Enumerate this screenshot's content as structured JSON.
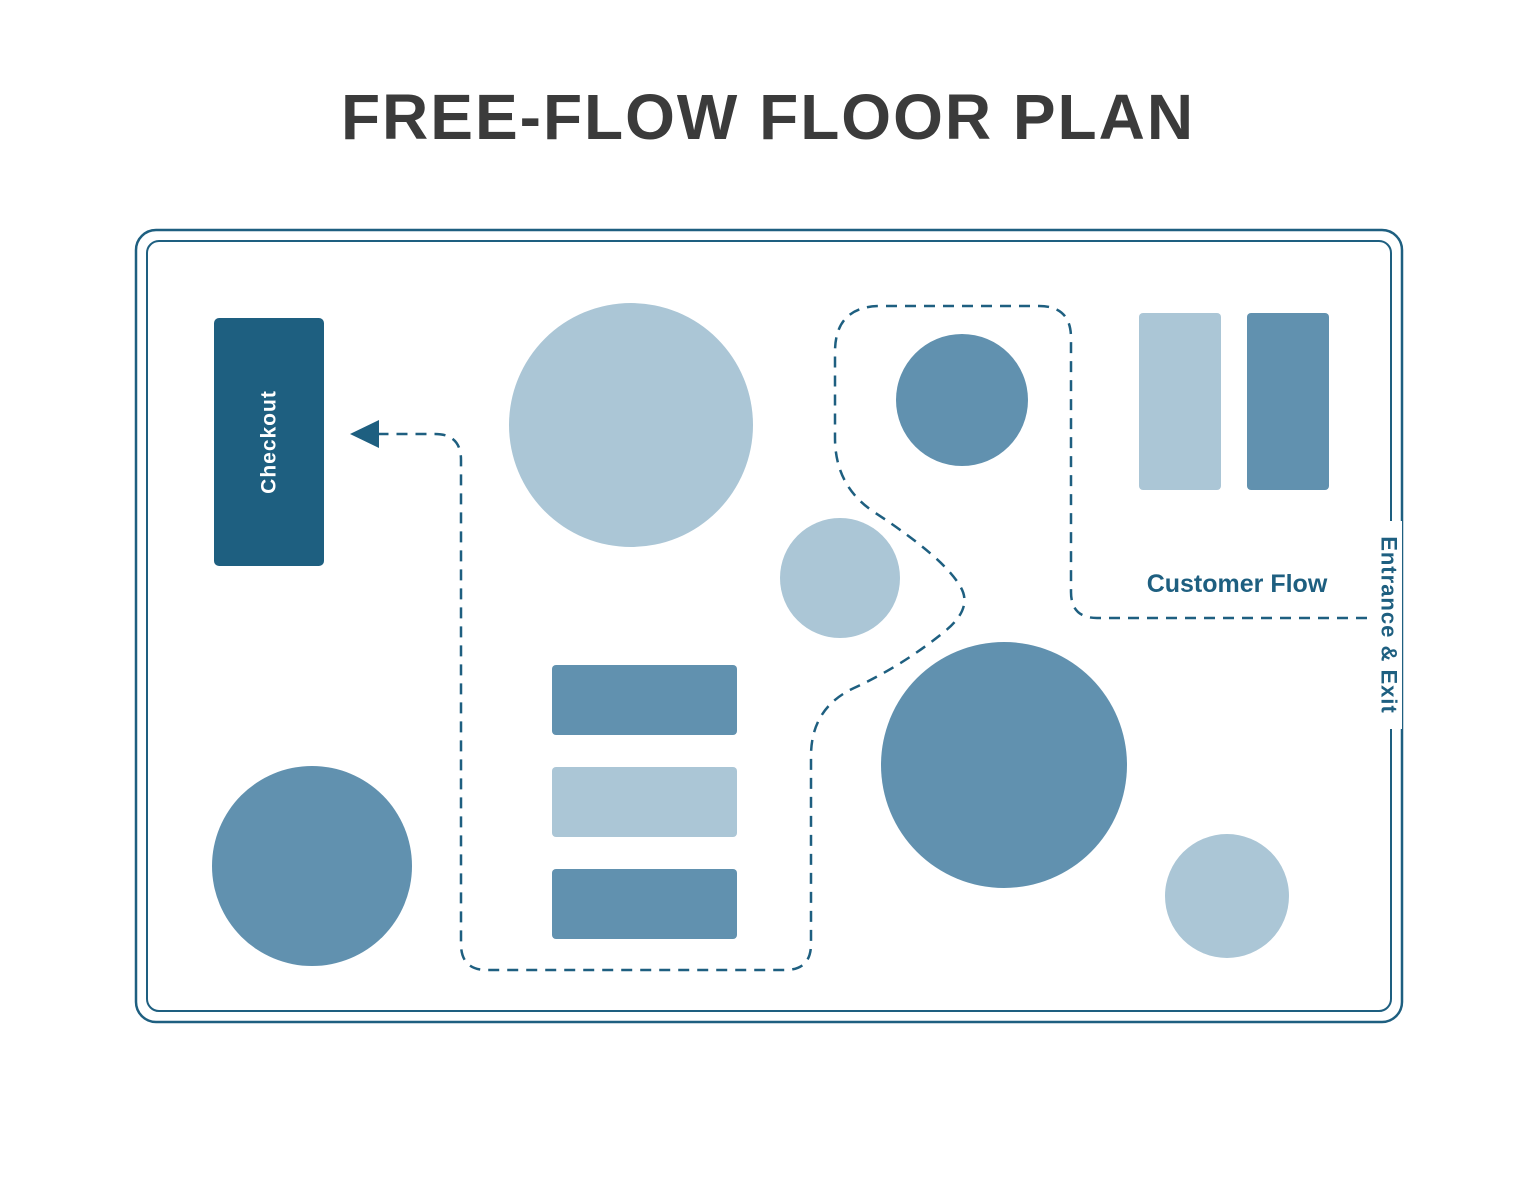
{
  "title": "FREE-FLOW FLOOR PLAN",
  "labels": {
    "checkout": "Checkout",
    "customer_flow": "Customer Flow",
    "entrance_exit": "Entrance & Exit"
  },
  "colors": {
    "dark_blue": "#1E5F80",
    "medium_blue": "#6191AF",
    "light_blue": "#ABC6D6",
    "white": "#FFFFFF",
    "title_gray": "#3B3B3B"
  },
  "diagram": {
    "type": "retail-free-flow-floor-plan",
    "flow_line_style": "dashed",
    "flow_direction": "from Entrance & Exit, winding around fixtures, ending with arrow at Checkout",
    "fixtures": [
      {
        "name": "checkout-counter",
        "shape": "rectangle",
        "color": "dark_blue",
        "label": "Checkout",
        "area": "left"
      },
      {
        "name": "round-display-large-top",
        "shape": "circle",
        "color": "light_blue",
        "area": "top-center"
      },
      {
        "name": "round-display-upper-right",
        "shape": "circle",
        "color": "medium_blue",
        "area": "upper-right"
      },
      {
        "name": "wall-shelf-light",
        "shape": "vertical-rectangle",
        "color": "light_blue",
        "area": "top-right"
      },
      {
        "name": "wall-shelf-dark",
        "shape": "vertical-rectangle",
        "color": "medium_blue",
        "area": "top-right"
      },
      {
        "name": "round-display-small-center",
        "shape": "circle",
        "color": "light_blue",
        "area": "center"
      },
      {
        "name": "shelf-row-1",
        "shape": "horizontal-rectangle",
        "color": "medium_blue",
        "area": "center-left"
      },
      {
        "name": "shelf-row-2",
        "shape": "horizontal-rectangle",
        "color": "light_blue",
        "area": "center-left"
      },
      {
        "name": "shelf-row-3",
        "shape": "horizontal-rectangle",
        "color": "medium_blue",
        "area": "center-left"
      },
      {
        "name": "round-display-large-right",
        "shape": "circle",
        "color": "medium_blue",
        "area": "center-right"
      },
      {
        "name": "round-display-bottom-left",
        "shape": "circle",
        "color": "medium_blue",
        "area": "bottom-left"
      },
      {
        "name": "round-display-bottom-right",
        "shape": "circle",
        "color": "light_blue",
        "area": "bottom-right"
      }
    ]
  }
}
